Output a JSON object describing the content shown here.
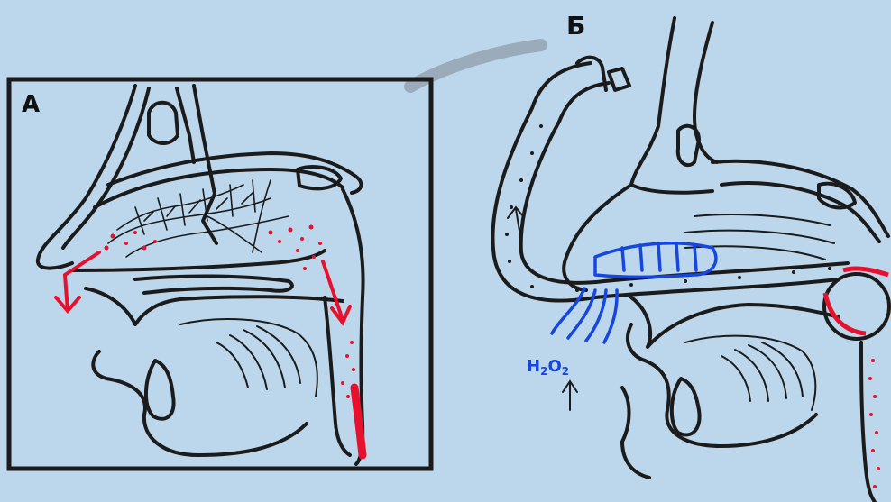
{
  "panels": {
    "left": {
      "label": "А"
    },
    "right": {
      "label": "Б",
      "formula": {
        "base1": "H",
        "sub1": "2",
        "base2": "O",
        "sub2": "2"
      }
    }
  },
  "colors": {
    "background": "#bcd7ec",
    "ink": "#1b1b1b",
    "blood_red": "#e8112d",
    "peroxide_blue": "#1646e0"
  }
}
